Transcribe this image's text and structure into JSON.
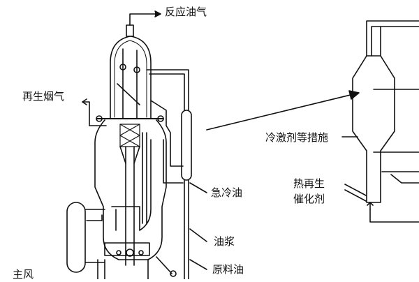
{
  "labels": {
    "reaction_oil_gas": "反应油气",
    "regen_flue_gas": "再生烟气",
    "quench_oil": "急冷油",
    "slurry_oil": "油浆",
    "feed_oil": "原料油",
    "main_air": "主风",
    "quench_measures": "冷激剂等措施",
    "hot_regen_catalyst_line1": "热再生",
    "hot_regen_catalyst_line2": "催化剂"
  },
  "colors": {
    "line": "#111111",
    "background": "#ffffff"
  }
}
